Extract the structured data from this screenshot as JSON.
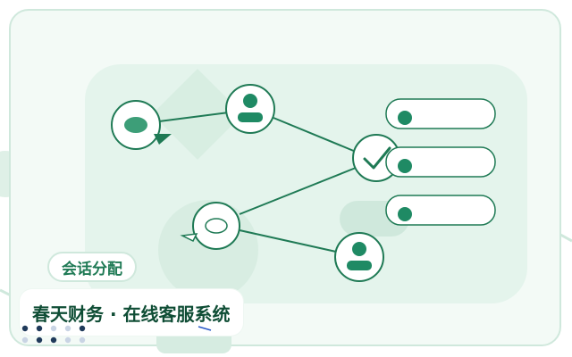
{
  "tag": {
    "label": "会话分配"
  },
  "title": {
    "text": "春天财务 · 在线客服系统"
  },
  "colors": {
    "primary": "#1f8a64",
    "line": "#1f7a55",
    "light": "#cfe8dc",
    "panel": "#e4f4ec",
    "background": "#f3faf6"
  },
  "icons": {
    "user_top": "user-avatar-icon",
    "user_bottom": "user-avatar-icon",
    "chat_bubble_filled": "chat-bubble-icon",
    "chat_bubble_outline": "chat-bubble-icon",
    "checkmark": "checkmark-icon"
  },
  "slots": [
    {
      "status": "assigned"
    },
    {
      "status": "assigned"
    },
    {
      "status": "assigned"
    }
  ]
}
